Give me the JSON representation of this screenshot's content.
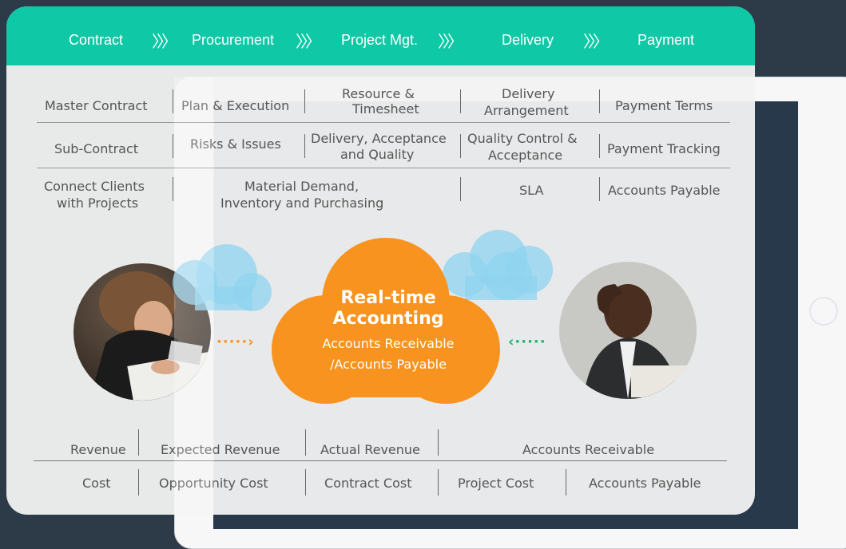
{
  "banner": {
    "steps": [
      "Contract",
      "Procurement",
      "Project Mgt.",
      "Delivery",
      "Payment"
    ],
    "separator": "〉〉〉",
    "color": "#0fc8a6"
  },
  "grid": {
    "row1": [
      "Master Contract",
      "Plan & Execution",
      "Resource &",
      "Timesheet",
      "Delivery",
      "Arrangement",
      "Payment Terms"
    ],
    "row2": [
      "Sub-Contract",
      "Risks & Issues",
      "Delivery, Acceptance",
      "and Quality",
      "Quality Control &",
      "Acceptance",
      "Payment Tracking"
    ],
    "row3": [
      "Connect Clients",
      "with Projects",
      "Material Demand,",
      "Inventory and Purchasing",
      "SLA",
      "Accounts Payable"
    ]
  },
  "center": {
    "title_line1": "Real-time",
    "title_line2": "Accounting",
    "sub_line1": "Accounts Receivable",
    "sub_line2": "/Accounts Payable",
    "color": "#f7931e"
  },
  "arrows": {
    "left": "·····›",
    "right": "‹·····",
    "left_color": "#f7931e",
    "right_color": "#17b46e"
  },
  "bottom": {
    "revenue_row": [
      "Revenue",
      "Expected Revenue",
      "Actual Revenue",
      "Accounts Receivable"
    ],
    "cost_row": [
      "Cost",
      "Opportunity Cost",
      "Contract Cost",
      "Project Cost",
      "Accounts Payable"
    ]
  },
  "colors": {
    "background": "#2d3a48",
    "card": "#f2f2f2",
    "cloud_blue": "#8fd3f0"
  }
}
